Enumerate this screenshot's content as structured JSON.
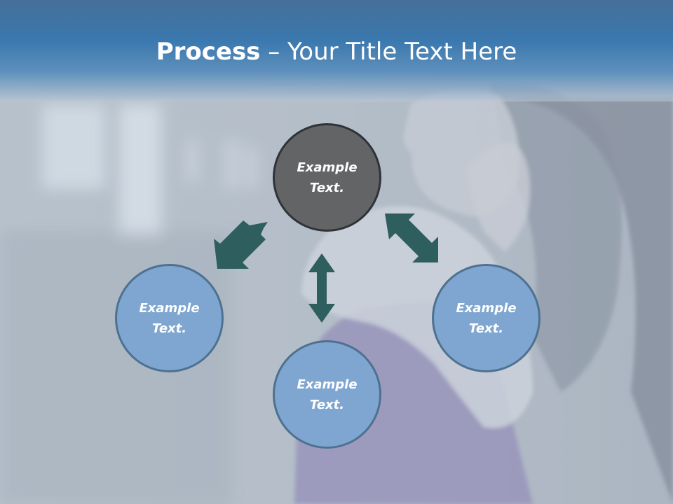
{
  "slide": {
    "title_bold": "Process",
    "title_rest": " – Your Title Text Here"
  },
  "diagram": {
    "center": {
      "label": "Example Text."
    },
    "nodes": [
      {
        "label": "Example Text."
      },
      {
        "label": "Example Text."
      },
      {
        "label": "Example Text."
      }
    ]
  },
  "colors": {
    "title_band": "#3a78ae",
    "center_fill": "#636466",
    "outer_fill": "#7ea6d0",
    "arrow": "#2e5e5e"
  },
  "icons": {
    "arrows": "double-headed-arrow"
  }
}
